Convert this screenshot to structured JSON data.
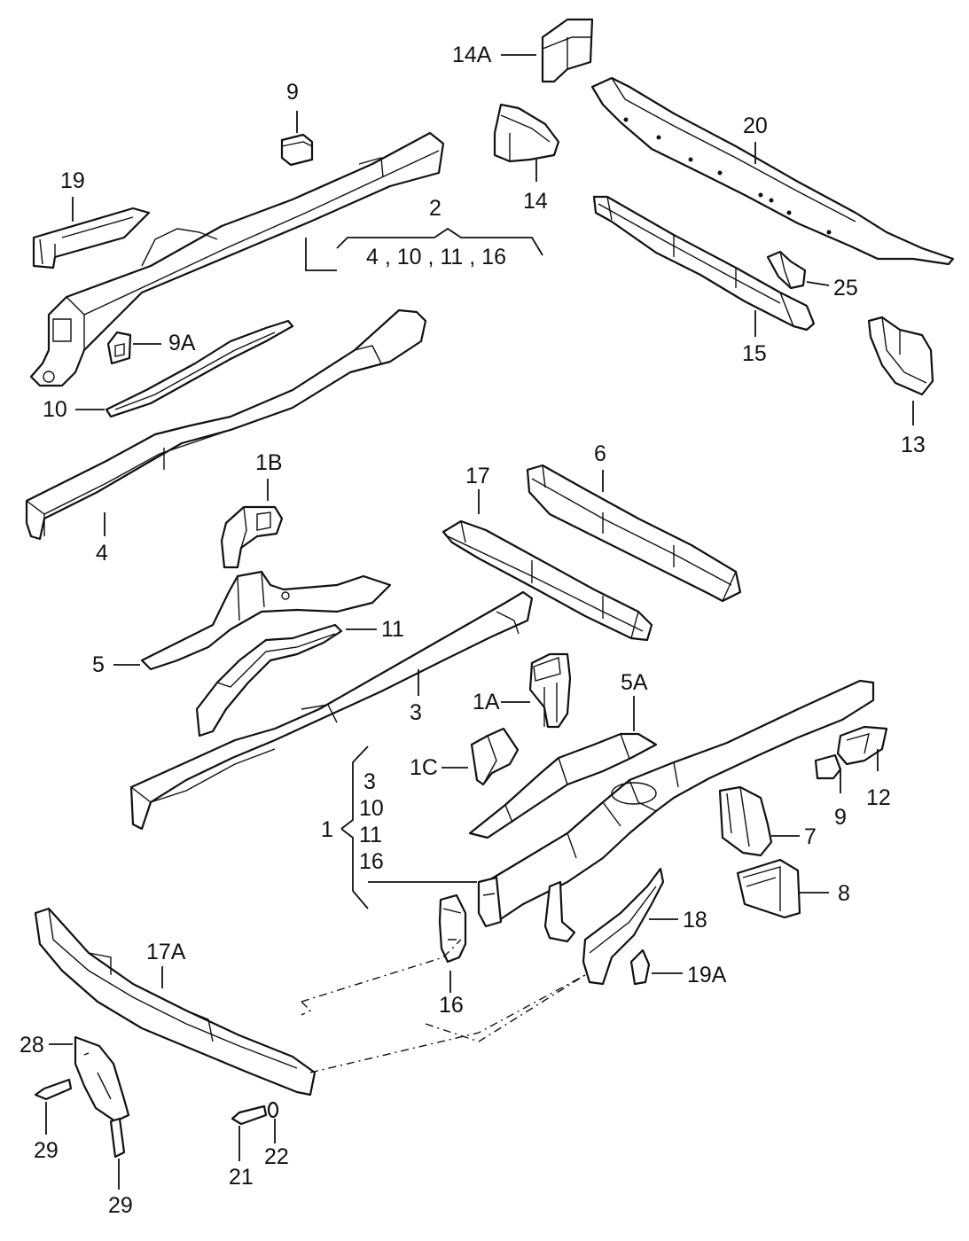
{
  "labels": {
    "p14A": "14A",
    "p9top": "9",
    "p20": "20",
    "p19": "19",
    "p14": "14",
    "p2": "2",
    "p2_group": "4 , 10 , 11 , 16",
    "p25": "25",
    "p9A": "9A",
    "p15": "15",
    "p10": "10",
    "p13": "13",
    "p1B": "1B",
    "p6": "6",
    "p17": "17",
    "p4": "4",
    "p11": "11",
    "p5": "5",
    "p3": "3",
    "p1A": "1A",
    "p5A": "5A",
    "p1C": "1C",
    "p12": "12",
    "p9mid": "9",
    "p7": "7",
    "p8": "8",
    "p1": "1",
    "p1_g1": "3",
    "p1_g2": "10",
    "p1_g3": "11",
    "p1_g4": "16",
    "p18": "18",
    "p17A": "17A",
    "p19A": "19A",
    "p16": "16",
    "p28": "28",
    "p29a": "29",
    "p29b": "29",
    "p21": "21",
    "p22": "22"
  }
}
